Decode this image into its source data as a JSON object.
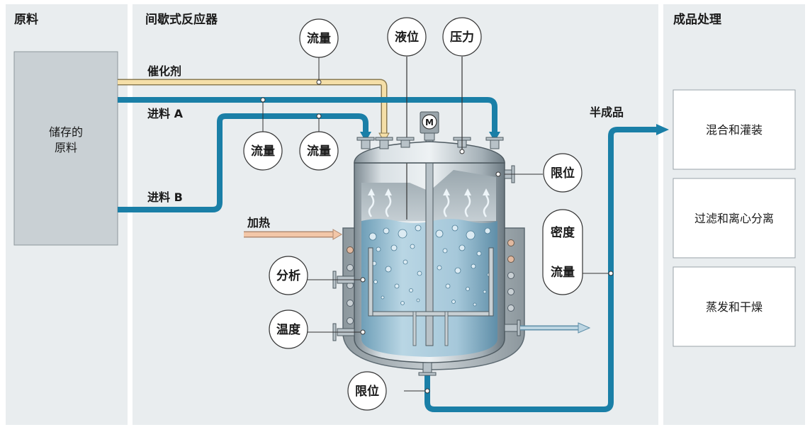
{
  "sections": {
    "raw": "原料",
    "reactor": "间歇式反应器",
    "product": "成品处理"
  },
  "storage": {
    "line1": "储存的",
    "line2": "原料"
  },
  "lines": {
    "catalyst": "催化剂",
    "feed_a": "进料 A",
    "feed_b": "进料 B",
    "heating": "加热",
    "semi_product": "半成品"
  },
  "instruments": {
    "flow_top": "流量",
    "flow_a": "流量",
    "flow_b": "流量",
    "level_top": "液位",
    "pressure": "压力",
    "limit_top": "限位",
    "analysis": "分析",
    "temperature": "温度",
    "density": "密度",
    "flow_out": "流量",
    "limit_bottom": "限位"
  },
  "motor": "M",
  "processing": [
    "混合和灌装",
    "过滤和离心分离",
    "蒸发和干燥"
  ],
  "colors": {
    "panel": "#e9edef",
    "pipe_blue": "#1a7fa7",
    "pipe_catalyst": "#f5dfa8",
    "pipe_heat": "#f3c7a8",
    "vessel_steel": "#b9c3c9",
    "liquid": "#a9cadb",
    "storage_fill": "#c9d0d4"
  }
}
